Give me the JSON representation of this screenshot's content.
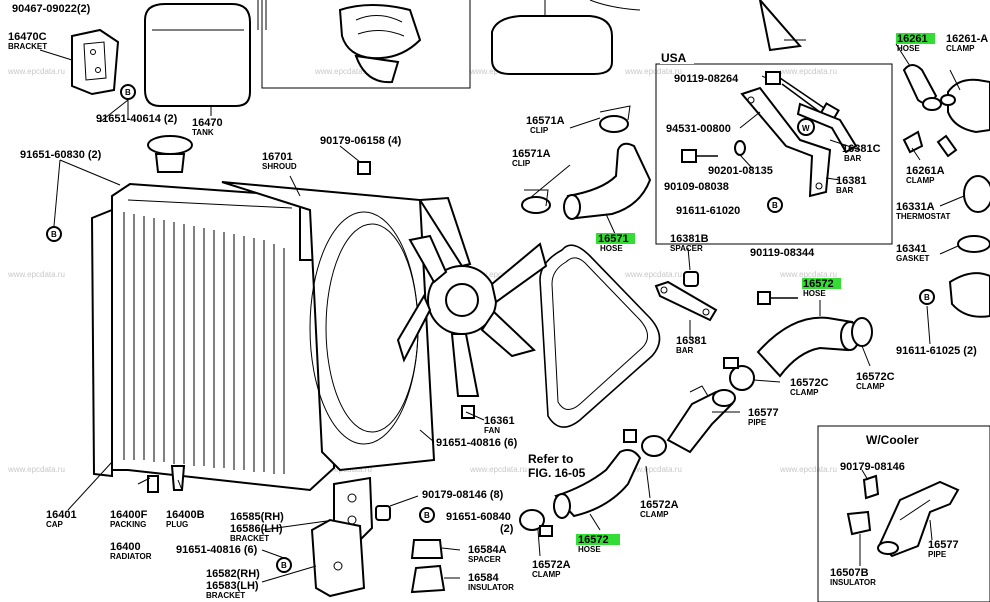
{
  "labels": [
    {
      "id": "l1",
      "num": "90467-09022(2)",
      "name": ""
    },
    {
      "id": "l2",
      "num": "16470C",
      "name": "BRACKET"
    },
    {
      "id": "l3",
      "num": "16470",
      "name": "TANK"
    },
    {
      "id": "l4",
      "num": "91651-40614 (2)",
      "name": ""
    },
    {
      "id": "l5",
      "num": "91651-60830 (2)",
      "name": ""
    },
    {
      "id": "l6",
      "num": "90179-06158 (4)",
      "name": ""
    },
    {
      "id": "l7",
      "num": "16701",
      "name": "SHROUD"
    },
    {
      "id": "l8",
      "num": "16571A",
      "name": "CLIP"
    },
    {
      "id": "l9",
      "num": "16571A",
      "name": "CLIP"
    },
    {
      "id": "l10",
      "num": "16571",
      "name": "HOSE"
    },
    {
      "id": "l11",
      "num": "16381B",
      "name": "SPACER"
    },
    {
      "id": "l12",
      "num": "16381",
      "name": "BAR"
    },
    {
      "id": "l13",
      "num": "16361",
      "name": "FAN"
    },
    {
      "id": "l14",
      "num": "91651-40816 (6)",
      "name": ""
    },
    {
      "id": "l15",
      "num": "16401",
      "name": "CAP"
    },
    {
      "id": "l16",
      "num": "16400F",
      "name": "PACKING"
    },
    {
      "id": "l17",
      "num": "16400B",
      "name": "PLUG"
    },
    {
      "id": "l18",
      "num": "16400",
      "name": "RADIATOR"
    },
    {
      "id": "l19",
      "num": "16585(RH)",
      "name": ""
    },
    {
      "id": "l20",
      "num": "16586(LH)",
      "name": "BRACKET"
    },
    {
      "id": "l21",
      "num": "16582(RH)",
      "name": ""
    },
    {
      "id": "l22",
      "num": "16583(LH)",
      "name": "BRACKET"
    },
    {
      "id": "l23",
      "num": "91651-40816 (6)",
      "name": ""
    },
    {
      "id": "l24",
      "num": "90179-08146 (8)",
      "name": ""
    },
    {
      "id": "l25",
      "num": "91651-60840",
      "name": ""
    },
    {
      "id": "l26",
      "num": "(2)",
      "name": ""
    },
    {
      "id": "l27",
      "num": "16584A",
      "name": "SPACER"
    },
    {
      "id": "l28",
      "num": "16584",
      "name": "INSULATOR"
    },
    {
      "id": "l29",
      "num": "16572",
      "name": "HOSE"
    },
    {
      "id": "l30",
      "num": "16572A",
      "name": "CLAMP"
    },
    {
      "id": "l31",
      "num": "16572A",
      "name": "CLAMP"
    },
    {
      "id": "l32",
      "num": "16577",
      "name": "PIPE"
    },
    {
      "id": "l33",
      "num": "16572C",
      "name": "CLAMP"
    },
    {
      "id": "l34",
      "num": "16572",
      "name": "HOSE"
    },
    {
      "id": "l35",
      "num": "16572C",
      "name": "CLAMP"
    },
    {
      "id": "l36",
      "num": "90119-08344",
      "name": ""
    },
    {
      "id": "l37",
      "num": "90119-08264",
      "name": ""
    },
    {
      "id": "l38",
      "num": "94531-00800",
      "name": ""
    },
    {
      "id": "l39",
      "num": "90201-08135",
      "name": ""
    },
    {
      "id": "l40",
      "num": "90109-08038",
      "name": ""
    },
    {
      "id": "l41",
      "num": "16381C",
      "name": "BAR"
    },
    {
      "id": "l42",
      "num": "16381",
      "name": "BAR"
    },
    {
      "id": "l43",
      "num": "91611-61020",
      "name": ""
    },
    {
      "id": "l44",
      "num": "16261",
      "name": "HOSE"
    },
    {
      "id": "l45",
      "num": "16261-A",
      "name": "CLAMP"
    },
    {
      "id": "l46",
      "num": "16261A",
      "name": "CLAMP"
    },
    {
      "id": "l47",
      "num": "16331A",
      "name": "THERMOSTAT"
    },
    {
      "id": "l48",
      "num": "16341",
      "name": "GASKET"
    },
    {
      "id": "l49",
      "num": "91611-61025 (2)",
      "name": ""
    },
    {
      "id": "l50",
      "num": "90179-08146",
      "name": ""
    },
    {
      "id": "l51",
      "num": "16507B",
      "name": "INSULATOR"
    },
    {
      "id": "l52",
      "num": "16577",
      "name": "PIPE"
    }
  ],
  "usa": "USA",
  "wcooler": "W/Cooler",
  "refer": [
    "Refer to",
    "FIG. 16-05"
  ],
  "w_marker": "W",
  "b_marker": "B",
  "watermark": "www.epcdata.ru",
  "highlight_color": "#33dd33"
}
